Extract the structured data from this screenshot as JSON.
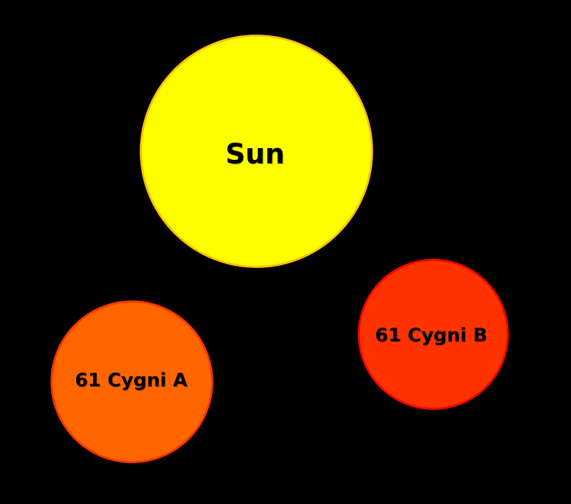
{
  "stars": [
    {
      "id": "sun",
      "label": "Sun",
      "fill": "#FFFF00",
      "outline": "#FFC000"
    },
    {
      "id": "61-cygni-a",
      "label": "61 Cygni A",
      "fill": "#FF6600",
      "outline": "#FF3300"
    },
    {
      "id": "61-cygni-b",
      "label": "61 Cygni B",
      "fill": "#FF3300",
      "outline": "#FF0000"
    }
  ],
  "background": "#000000"
}
